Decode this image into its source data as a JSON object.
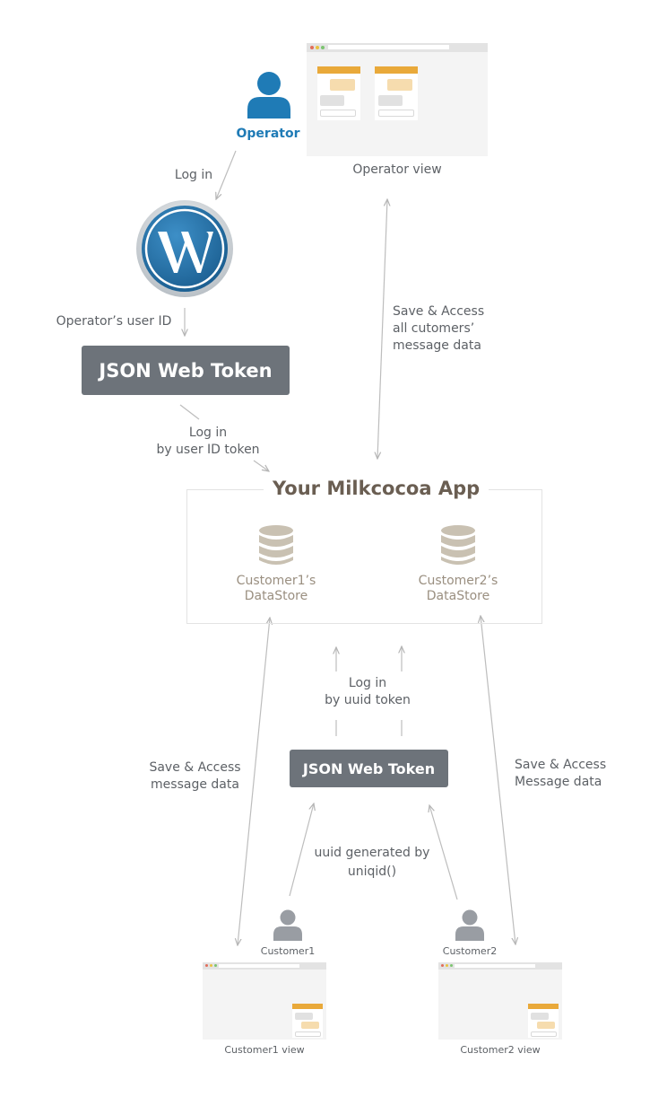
{
  "operator": {
    "label": "Operator"
  },
  "operator_view": {
    "caption": "Operator view"
  },
  "top_left": {
    "login_label": "Log in",
    "user_id_label": "Operator’s user ID",
    "token_label": "JSON Web Token",
    "login_token_line1": "Log in",
    "login_token_line2": "by user ID token"
  },
  "top_right": {
    "save_access_line1": "Save & Access",
    "save_access_line2": "all cutomers’",
    "save_access_line3": "message data"
  },
  "app": {
    "title": "Your Milkcocoa App",
    "datastore1_line1": "Customer1’s",
    "datastore1_line2": "DataStore",
    "datastore2_line1": "Customer2’s",
    "datastore2_line2": "DataStore"
  },
  "bottom": {
    "login_line1": "Log in",
    "login_line2": "by uuid token",
    "token_label": "JSON Web Token",
    "uuid_line1": "uuid generated by",
    "uuid_line2": "uniqid()",
    "left_save_line1": "Save & Access",
    "left_save_line2": "message data",
    "right_save_line1": "Save & Access",
    "right_save_line2": "Message data"
  },
  "customers": [
    {
      "label": "Customer1",
      "view_caption": "Customer1 view"
    },
    {
      "label": "Customer2",
      "view_caption": "Customer2 view"
    }
  ],
  "colors": {
    "operator_blue": "#1f7bb6",
    "token_grey": "#6d737a",
    "customer_grey": "#999da3",
    "accent_orange": "#e9a93a",
    "datastore_tan": "#c9c1b2"
  }
}
